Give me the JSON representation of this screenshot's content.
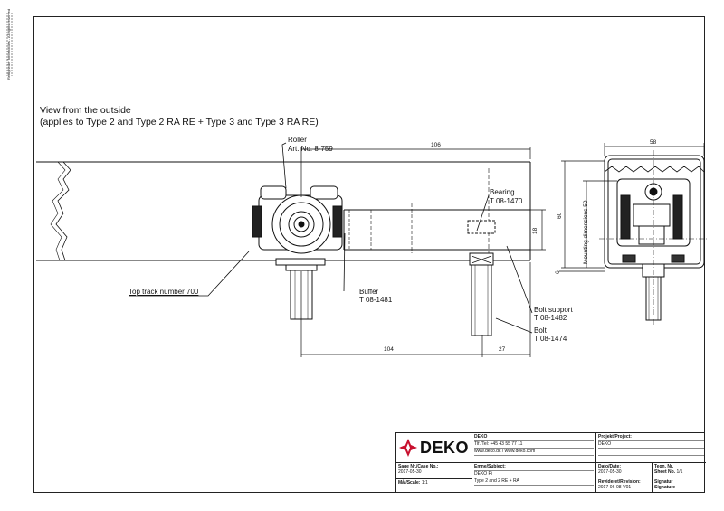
{
  "sidenote": "Rettigheder forbeholdes - All rights reserved",
  "view_title_line1": "View from the outside",
  "view_title_line2": "(applies to Type 2 and Type 2 RA RE + Type 3 and Type 3 RA RE)",
  "labels": {
    "roller": "Roller",
    "roller_art": "Art. No. 8-759",
    "bearing": "Bearing",
    "bearing_no": "T 08-1470",
    "buffer": "Buffer",
    "buffer_no": "T 08-1481",
    "bolt_support": "Bolt support",
    "bolt_support_no": "T 08-1482",
    "bolt": "Bolt",
    "bolt_no": "T 08-1474",
    "top_track": "Top track number 700",
    "mounting": "Mounting dimensions 50"
  },
  "dimensions": {
    "d106": "106",
    "d18": "18",
    "d104": "104",
    "d27": "27",
    "d58": "58",
    "d60": "60",
    "d6": "6"
  },
  "title_block": {
    "logo_text": "DEKO",
    "company_name": "DEKO",
    "phone": "Tlf./Tel: +45 43 55 77 11",
    "web": "www.deko.dk / www.deko.com",
    "project_label": "Projekt/Project:",
    "project_value": "DEKO",
    "case_label": "Sage Nr./Case No.:",
    "case_value": "2017-05-30",
    "subject_label": "Emne/Subject:",
    "subject_line1": "DEKO Fi",
    "subject_line2": "Type 2 and 2 RE + RA",
    "date_label": "Dato/Date:",
    "date_value": "2017-05-30",
    "drawing_no_label": "Tegn. Nr.",
    "sheet_label": "Sheet No.",
    "sheet_value": "1/1",
    "scale_label": "Mål/Scale:",
    "scale_value": "1:1",
    "revised_label": "Revideret/Revision:",
    "revised_value": "2017-06-08-V01",
    "signature_label": "Signatur",
    "signature_label2": "Signature"
  }
}
